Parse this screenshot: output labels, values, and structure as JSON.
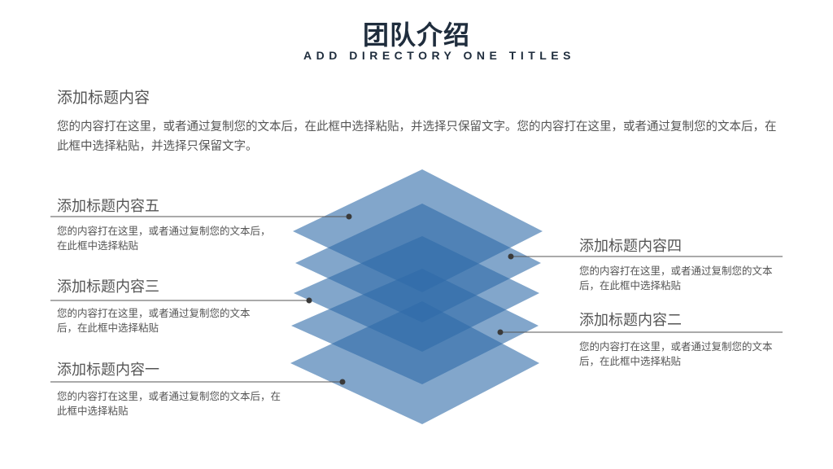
{
  "slide": {
    "title": "团队介绍",
    "subtitle": "ADD DIRECTORY ONE TITLES"
  },
  "intro": {
    "heading": "添加标题内容",
    "body": "您的内容打在这里，或者通过复制您的文本后，在此框中选择粘贴，并选择只保留文字。您的内容打在这里，或者通过复制您的文本后，在此框中选择粘贴，并选择只保留文字。"
  },
  "items": [
    {
      "heading": "添加标题内容五",
      "body": "您的内容打在这里，或者通过复制您的文本后，在此框中选择粘贴"
    },
    {
      "heading": "添加标题内容四",
      "body": "您的内容打在这里，或者通过复制您的文本后，在此框中选择粘贴"
    },
    {
      "heading": "添加标题内容三",
      "body": "您的内容打在这里，或者通过复制您的文本后，在此框中选择粘贴"
    },
    {
      "heading": "添加标题内容二",
      "body": "您的内容打在这里，或者通过复制您的文本后，在此框中选择粘贴"
    },
    {
      "heading": "添加标题内容一",
      "body": "您的内容打在这里，或者通过复制您的文本后，在此框中选择粘贴"
    }
  ],
  "colors": {
    "layer_fill": "#2e6aa8",
    "line": "#555555",
    "dot": "#3a3a3a"
  }
}
